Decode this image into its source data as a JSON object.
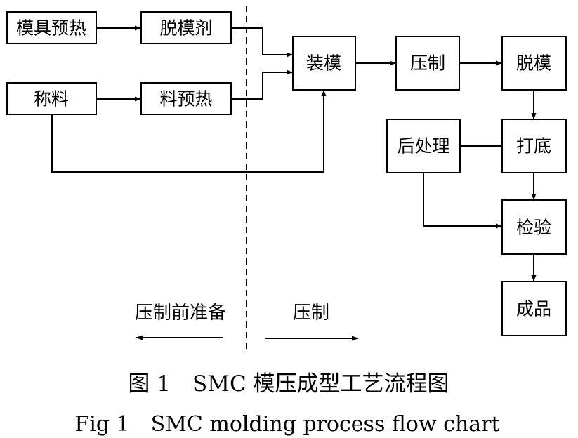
{
  "diagram": {
    "nodes": {
      "mold_preheat": "模具预热",
      "release_agent": "脱模剂",
      "weighing": "称料",
      "material_preheat": "料预热",
      "loading": "装模",
      "pressing": "压制",
      "demolding": "脱模",
      "post_treatment": "后处理",
      "polishing": "打底",
      "inspection": "检验",
      "product": "成品"
    },
    "phases": {
      "left_label": "压制前准备",
      "right_label": "压制"
    }
  },
  "caption": {
    "chinese": "图 1　SMC 模压成型工艺流程图",
    "english": "Fig 1　SMC molding process flow chart"
  }
}
